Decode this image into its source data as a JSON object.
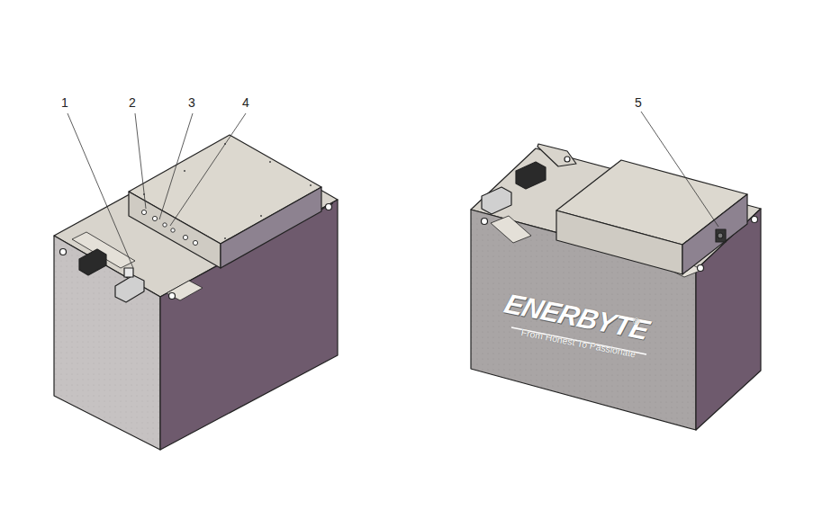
{
  "diagram": {
    "labels": [
      "1",
      "2",
      "3",
      "4",
      "5",
      "ENERBYTE",
      "®",
      "From Honest To Passionate"
    ]
  }
}
